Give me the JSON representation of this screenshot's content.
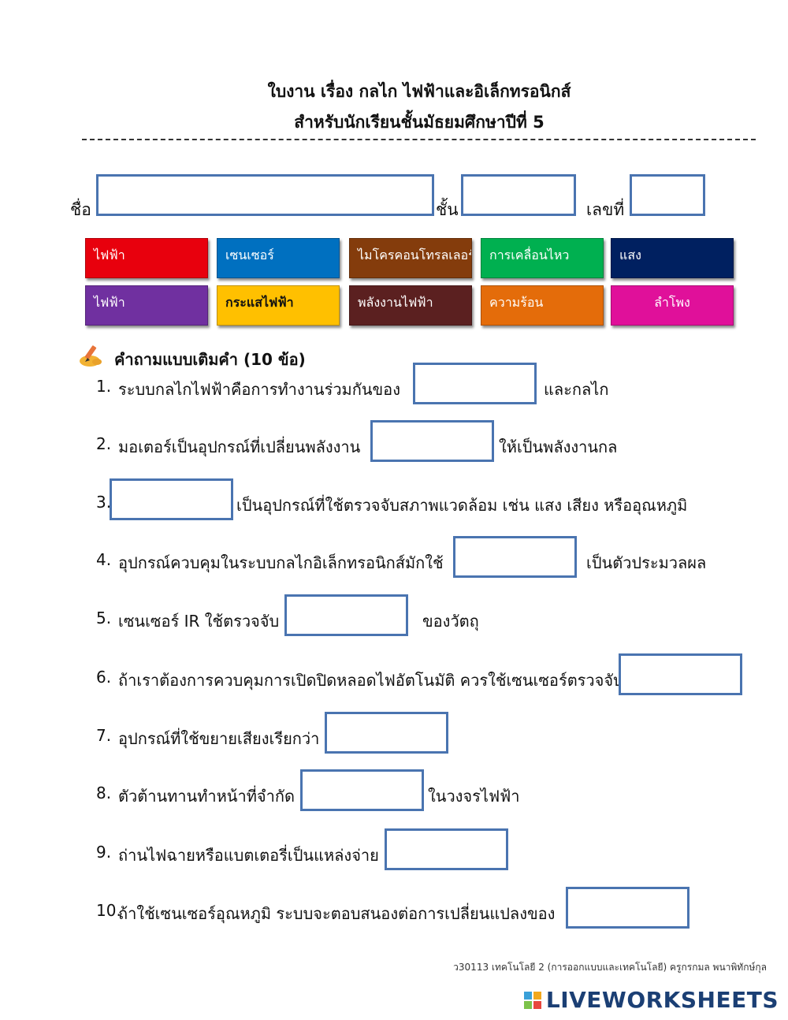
{
  "header": {
    "title_line1": "ใบงาน เรื่อง กลไก ไฟฟ้าและอิเล็กทรอนิกส์",
    "title_line2": "สำหรับนักเรียนชั้นมัธยมศึกษาปีที่ 5"
  },
  "student_info": {
    "name_label": "ชื่อ",
    "class_label": "ชั้น",
    "number_label": "เลขที่"
  },
  "word_bank": [
    {
      "text": "ไฟฟ้า",
      "color": "#e8000d"
    },
    {
      "text": "เซนเซอร์",
      "color": "#0070c0"
    },
    {
      "text": "ไมโครคอนโทรลเลอร์",
      "color": "#843c0c"
    },
    {
      "text": "การเคลื่อนไหว",
      "color": "#00b050"
    },
    {
      "text": "แสง",
      "color": "#002060"
    },
    {
      "text": "ไฟฟ้า",
      "color": "#7030a0"
    },
    {
      "text": "กระแสไฟฟ้า",
      "color": "#ffc000"
    },
    {
      "text": "พลังงานไฟฟ้า",
      "color": "#5b2020"
    },
    {
      "text": "ความร้อน",
      "color": "#e46c0a"
    },
    {
      "text": "ลำโพง",
      "color": "#e0109a"
    }
  ],
  "section": {
    "heading": "คำถามแบบเติมคำ (10 ข้อ)",
    "icon": "pencil-hand-icon"
  },
  "questions": [
    {
      "num": "1.",
      "before": "ระบบกลไกไฟฟ้าคือการทำงานร่วมกันของ",
      "after": "และกลไก"
    },
    {
      "num": "2.",
      "before": "มอเตอร์เป็นอุปกรณ์ที่เปลี่ยนพลังงาน",
      "after": "ให้เป็นพลังงานกล"
    },
    {
      "num": "3.",
      "before": "",
      "after": "เป็นอุปกรณ์ที่ใช้ตรวจจับสภาพแวดล้อม เช่น แสง เสียง หรืออุณหภูมิ"
    },
    {
      "num": "4.",
      "before": "อุปกรณ์ควบคุมในระบบกลไกอิเล็กทรอนิกส์มักใช้",
      "after": "เป็นตัวประมวลผล"
    },
    {
      "num": "5.",
      "before": "เซนเซอร์ IR ใช้ตรวจจับ",
      "after": "ของวัตถุ"
    },
    {
      "num": "6.",
      "before": "ถ้าเราต้องการควบคุมการเปิดปิดหลอดไฟอัตโนมัติ ควรใช้เซนเซอร์ตรวจจับ",
      "after": ""
    },
    {
      "num": "7.",
      "before": "อุปกรณ์ที่ใช้ขยายเสียงเรียกว่า",
      "after": ""
    },
    {
      "num": "8.",
      "before": "ตัวต้านทานทำหน้าที่จำกัด",
      "after": "ในวงจรไฟฟ้า"
    },
    {
      "num": "9.",
      "before": "ถ่านไฟฉายหรือแบตเตอรี่เป็นแหล่งจ่าย",
      "after": ""
    },
    {
      "num": "10.",
      "before": "ถ้าใช้เซนเซอร์อุณหภูมิ ระบบจะตอบสนองต่อการเปลี่ยนแปลงของ",
      "after": ""
    }
  ],
  "footer": {
    "credit": "ว30113 เทคโนโลยี 2 (การออกแบบและเทคโนโลยี) ครูกรกมล พนาพิทักษ์กุล",
    "brand": "LIVEWORKSHEETS"
  }
}
